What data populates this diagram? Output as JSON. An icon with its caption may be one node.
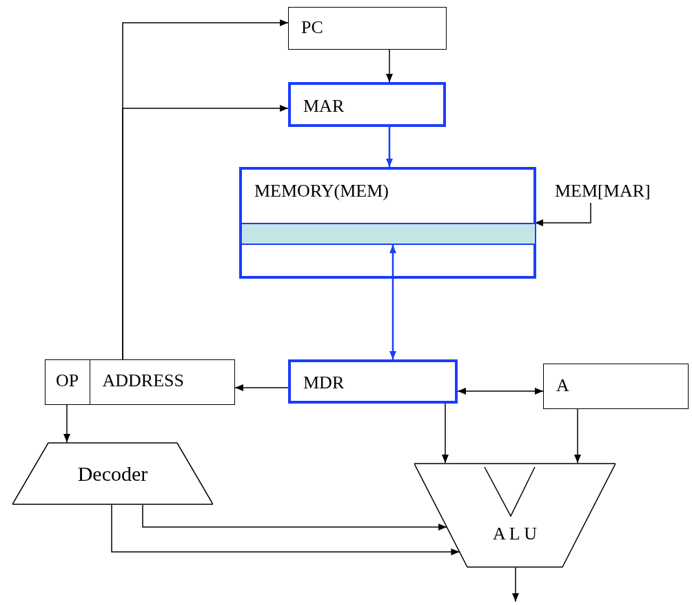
{
  "diagram": {
    "nodes": [
      {
        "text": [
          "PC"
        ]
      },
      {
        "text": [
          "MAR"
        ]
      },
      {
        "text": [
          "MEMORY(MEM)"
        ]
      },
      {
        "text": [],
        "shape": "bar",
        "in": 2
      },
      {
        "text": [
          "MEM[MAR]"
        ]
      },
      {
        "text": [],
        "shape": "box"
      },
      {
        "text": [
          "OP"
        ],
        "in": 5
      },
      {
        "text": [
          "ADDRESS"
        ],
        "in": 5
      },
      {
        "text": [
          "MDR"
        ]
      },
      {
        "text": [
          "A"
        ]
      },
      {
        "text": [
          "Decoder"
        ]
      },
      {
        "text": [
          "A L U"
        ]
      }
    ],
    "edges": [
      {
        "from": 7,
        "to": 0,
        "arrow": "to"
      },
      {
        "from": 7,
        "to": 1,
        "arrow": "to"
      },
      {
        "from": 0,
        "to": 1,
        "arrow": "to"
      },
      {
        "from": 1,
        "to": 2,
        "arrow": "to",
        "color": "#1a3cff"
      },
      {
        "from": 8,
        "to": 3,
        "arrow": "both",
        "color": "#1a3cff"
      },
      {
        "from": 4,
        "to": 3,
        "arrow": "to"
      },
      {
        "from": 8,
        "to": 7,
        "arrow": "to"
      },
      {
        "from": 8,
        "to": 9,
        "arrow": "both"
      },
      {
        "from": 8,
        "to": 11,
        "arrow": "to"
      },
      {
        "from": 9,
        "to": 11,
        "arrow": "to"
      },
      {
        "from": 6,
        "to": 10,
        "arrow": "to"
      },
      {
        "from": 10,
        "to": 11,
        "arrow": "to"
      },
      {
        "from": 10,
        "to": 11,
        "arrow": "to"
      },
      {
        "from": 11,
        "to": null,
        "arrow": "to"
      }
    ]
  }
}
